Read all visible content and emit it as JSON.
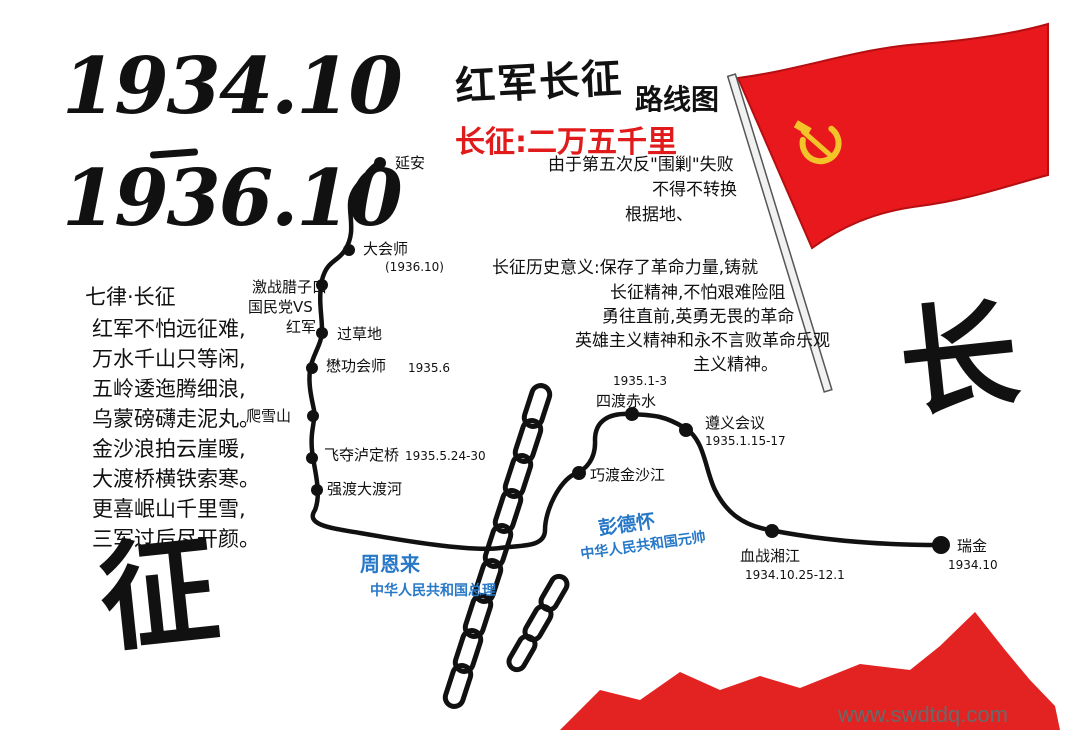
{
  "dates": {
    "start": "1934.10",
    "end": "1936.10"
  },
  "title": {
    "main": "红军长征",
    "sub": "路线图"
  },
  "distance": "长征:二万五千里",
  "cause": [
    "由于第五次反\"围剿\"失败",
    "不得不转换",
    "根据地、"
  ],
  "significance": [
    "长征历史意义:保存了革命力量,铸就",
    "长征精神,不怕艰难险阻",
    "勇往直前,英勇无畏的革命",
    "英雄主义精神和永不言败革命乐观",
    "主义精神。"
  ],
  "poem": {
    "title": "七律·长征",
    "lines": [
      "红军不怕远征难,",
      "万水千山只等闲,",
      "五岭逶迤腾细浪,",
      "乌蒙磅礴走泥丸。",
      "金沙浪拍云崖暖,",
      "大渡桥横铁索寒。",
      "更喜岷山千里雪,",
      "三军过后尽开颜。"
    ]
  },
  "route": {
    "yanan": "延安",
    "dahuishi": "大会师",
    "dahuishi_date": "(1936.10)",
    "battle": [
      "激战腊子口",
      "国民党VS",
      "红军"
    ],
    "grassland": "过草地",
    "maogong": "懋功会师",
    "maogong_date": "1935.6",
    "snow": "爬雪山",
    "luding": "飞夺泸定桥",
    "luding_date": "1935.5.24-30",
    "dadu": "强渡大渡河",
    "jinsha": "巧渡金沙江",
    "chishui_date": "1935.1-3",
    "chishui": "四渡赤水",
    "zunyi": "遵义会议",
    "zunyi_date": "1935.1.15-17",
    "xiangjiang": "血战湘江",
    "xiangjiang_date": "1934.10.25-12.1",
    "ruijin": "瑞金",
    "ruijin_date": "1934.10"
  },
  "people": {
    "zhou_name": "周恩来",
    "zhou_title": "中华人民共和国总理",
    "peng_name": "彭德怀",
    "peng_title": "中华人民共和国元帅"
  },
  "big_chars": {
    "chang": "长",
    "zheng": "征"
  },
  "watermark": "www.swdtdq.com",
  "colors": {
    "flag_red": "#e8181c",
    "emblem_yellow": "#f3c32a",
    "accent_blue": "#2878c8",
    "mountain_red": "#e32222"
  }
}
